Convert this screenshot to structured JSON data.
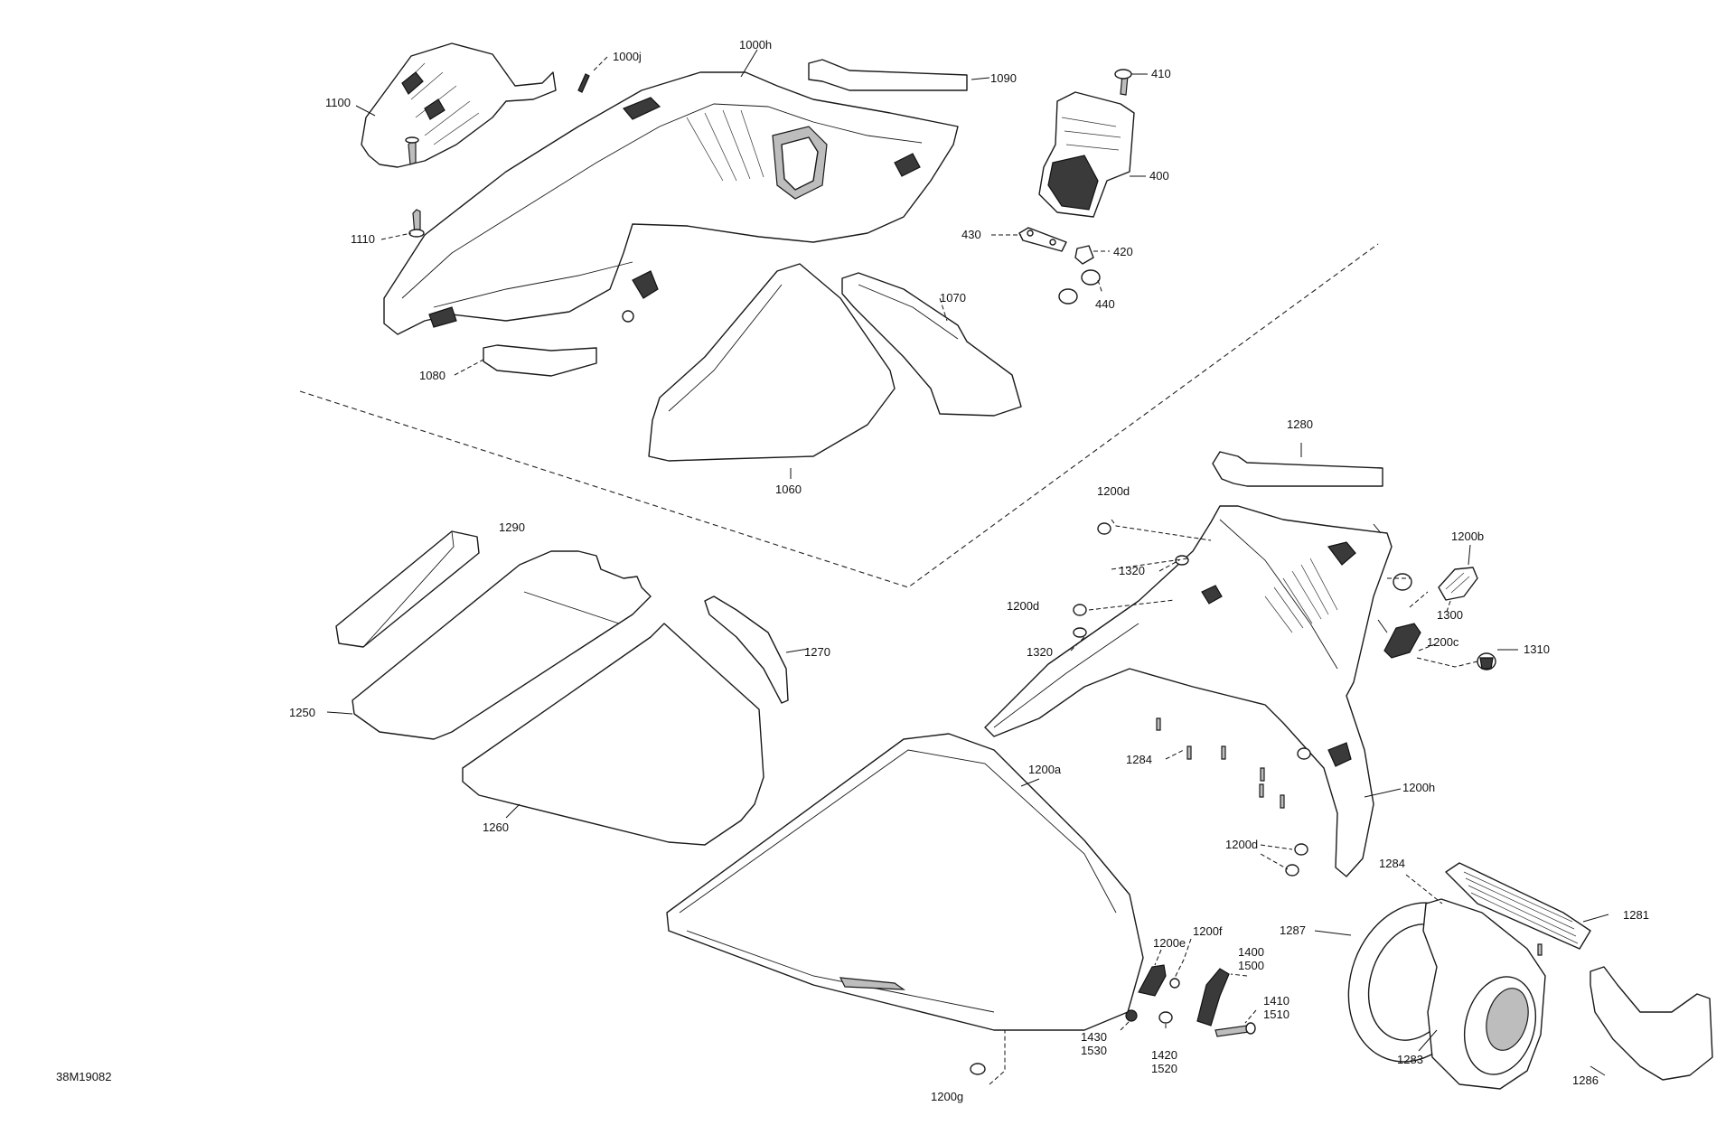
{
  "diagram": {
    "reference_code": "38M19082",
    "callouts": [
      {
        "id": "c1100",
        "label": "1100"
      },
      {
        "id": "c1000j",
        "label": "1000j"
      },
      {
        "id": "c1000h",
        "label": "1000h"
      },
      {
        "id": "c1090",
        "label": "1090"
      },
      {
        "id": "c410",
        "label": "410"
      },
      {
        "id": "c400",
        "label": "400"
      },
      {
        "id": "c430",
        "label": "430"
      },
      {
        "id": "c420",
        "label": "420"
      },
      {
        "id": "c440",
        "label": "440"
      },
      {
        "id": "c1110",
        "label": "1110"
      },
      {
        "id": "c1070",
        "label": "1070"
      },
      {
        "id": "c1080",
        "label": "1080"
      },
      {
        "id": "c1060",
        "label": "1060"
      },
      {
        "id": "c1280",
        "label": "1280"
      },
      {
        "id": "c1200d_a",
        "label": "1200d"
      },
      {
        "id": "c1200b",
        "label": "1200b"
      },
      {
        "id": "c1320_a",
        "label": "1320"
      },
      {
        "id": "c1300",
        "label": "1300"
      },
      {
        "id": "c1290",
        "label": "1290"
      },
      {
        "id": "c1200d_b",
        "label": "1200d"
      },
      {
        "id": "c1320_b",
        "label": "1320"
      },
      {
        "id": "c1200c",
        "label": "1200c"
      },
      {
        "id": "c1310",
        "label": "1310"
      },
      {
        "id": "c1270",
        "label": "1270"
      },
      {
        "id": "c1250",
        "label": "1250"
      },
      {
        "id": "c1284_a",
        "label": "1284"
      },
      {
        "id": "c1200a",
        "label": "1200a"
      },
      {
        "id": "c1200h",
        "label": "1200h"
      },
      {
        "id": "c1260",
        "label": "1260"
      },
      {
        "id": "c1200d_c",
        "label": "1200d"
      },
      {
        "id": "c1284_b",
        "label": "1284"
      },
      {
        "id": "c1281",
        "label": "1281"
      },
      {
        "id": "c1287",
        "label": "1287"
      },
      {
        "id": "c1200f",
        "label": "1200f"
      },
      {
        "id": "c1200e",
        "label": "1200e"
      },
      {
        "id": "c1400",
        "label": "1400"
      },
      {
        "id": "c1500",
        "label": "1500"
      },
      {
        "id": "c1410",
        "label": "1410"
      },
      {
        "id": "c1510",
        "label": "1510"
      },
      {
        "id": "c1430",
        "label": "1430"
      },
      {
        "id": "c1530",
        "label": "1530"
      },
      {
        "id": "c1420",
        "label": "1420"
      },
      {
        "id": "c1520",
        "label": "1520"
      },
      {
        "id": "c1283",
        "label": "1283"
      },
      {
        "id": "c1286",
        "label": "1286"
      },
      {
        "id": "c1200g",
        "label": "1200g"
      }
    ]
  }
}
